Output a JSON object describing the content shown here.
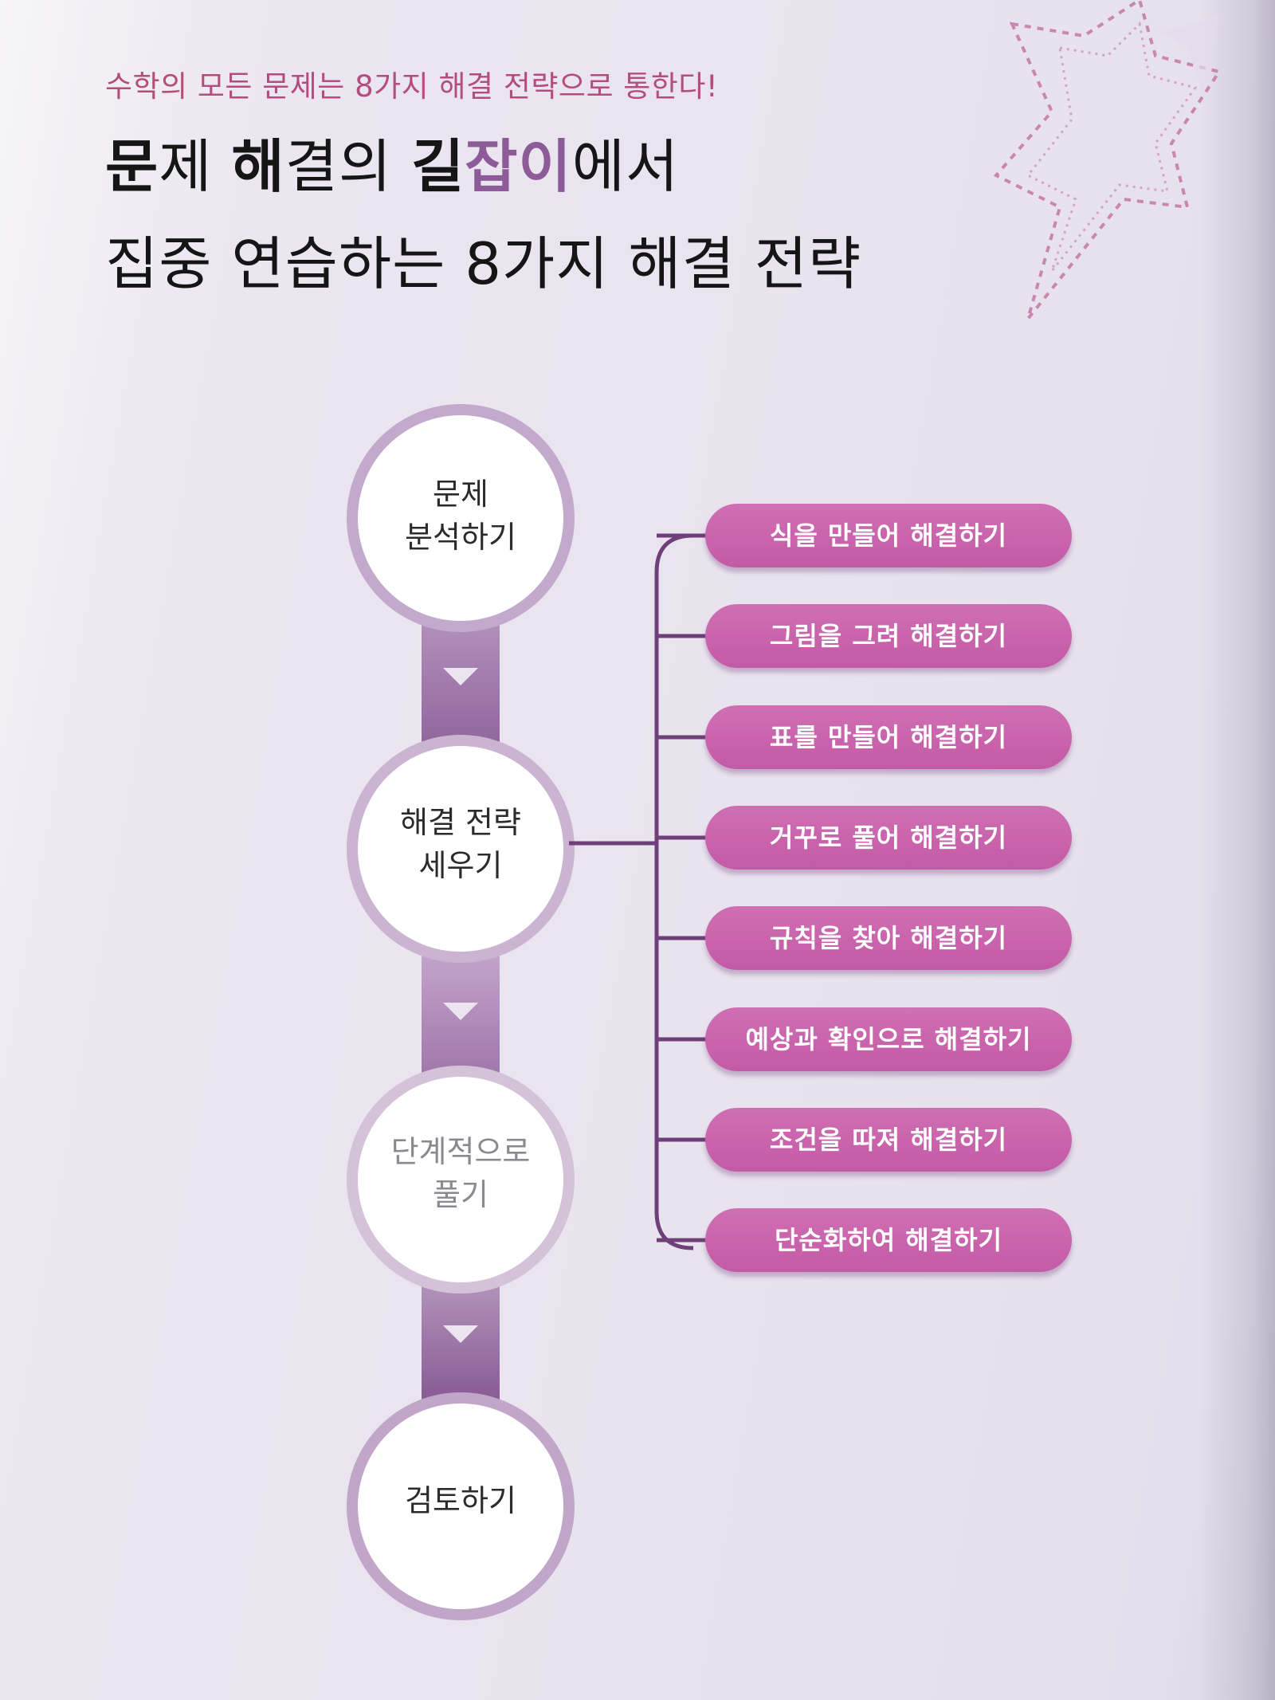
{
  "header": {
    "subtitle": "수학의 모든 문제는 8가지 해결 전략으로 통한다!",
    "title_line1_parts": [
      "문",
      "제 ",
      "해",
      "결의 ",
      "길",
      "잡이",
      "에서"
    ],
    "title_line2": "집중 연습하는 8가지 해결 전략"
  },
  "steps": [
    {
      "line1": "문제",
      "line2": "분석하기"
    },
    {
      "line1": "해결 전략",
      "line2": "세우기"
    },
    {
      "line1": "단계적으로",
      "line2": "풀기"
    },
    {
      "line1": "검토하기",
      "line2": ""
    }
  ],
  "strategies": [
    "식을 만들어 해결하기",
    "그림을 그려 해결하기",
    "표를 만들어 해결하기",
    "거꾸로 풀어 해결하기",
    "규칙을 찾아 해결하기",
    "예상과 확인으로 해결하기",
    "조건을 따져 해결하기",
    "단순화하여 해결하기"
  ],
  "colors": {
    "accent_purple": "#8e5b99",
    "pill_pink": "#c864ac",
    "subtitle_pink": "#b44d7a",
    "connector": "#6e3f78"
  }
}
